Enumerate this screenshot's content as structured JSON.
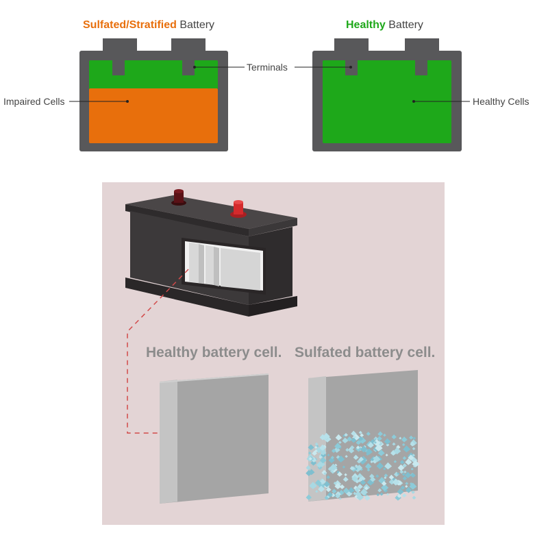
{
  "top_diagram": {
    "left_title": {
      "emphasis": "Sulfated/Stratified",
      "rest": " Battery"
    },
    "right_title": {
      "emphasis": "Healthy",
      "rest": " Battery"
    },
    "labels": {
      "impaired_cells": "Impaired Cells",
      "terminals": "Terminals",
      "healthy_cells": "Healthy Cells"
    }
  },
  "bottom_illustration": {
    "healthy_cell_caption": "Healthy battery cell.",
    "sulfated_cell_caption": "Sulfated battery cell."
  },
  "colors": {
    "sulfated_accent": "#e86f0c",
    "healthy_accent": "#1ea81a",
    "battery_casing": "#58585a",
    "panel_background": "#e3d4d5",
    "caption_gray": "#8c8c8c",
    "cell_gray": "#b4b4b4",
    "crystal": "#a9d9e3"
  }
}
